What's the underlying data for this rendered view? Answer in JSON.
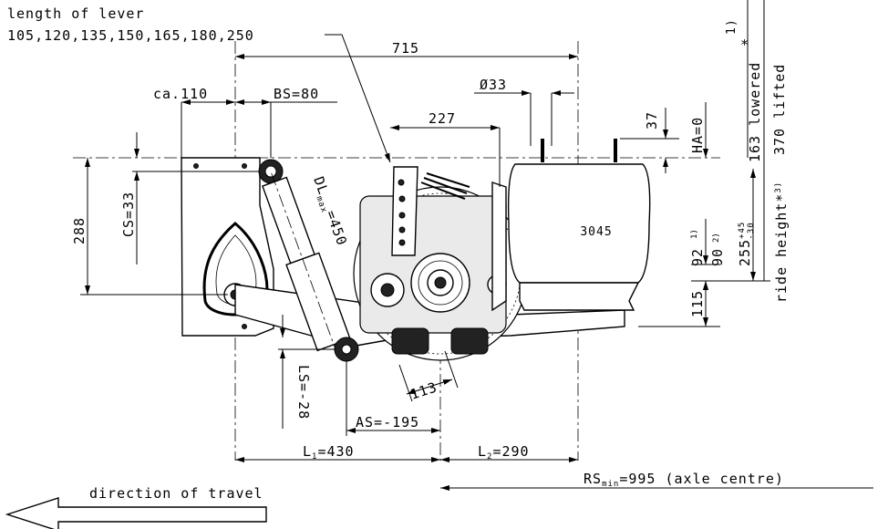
{
  "labels": {
    "lever_title": "length of lever",
    "lever_lengths": "105,120,135,150,165,180,250",
    "dim_715": "715",
    "dim_ca110": "ca.110",
    "dim_bs": "BS=80",
    "dim_phi33": "Ø33",
    "dim_227": "227",
    "dim_37": "37",
    "dim_ha": "HA=0",
    "lowered": "163 lowered",
    "lifted": "370 lifted",
    "note_star": "*",
    "note_1": "1)",
    "dim_288": "288",
    "dim_cs": "CS=33",
    "dl_main": "DL",
    "dl_sub": "max",
    "dl_val": "=450",
    "airbag": "3045",
    "dim_92": "92",
    "dim_90": "90",
    "note_1b": "1)",
    "note_2b": "2)",
    "ride_main": "255",
    "ride_plus": "+45",
    "ride_minus": "-30",
    "ride_height": "ride height*",
    "note_3": "3)",
    "dim_115": "115",
    "dim_ls": "LS=-28",
    "dim_113": "113",
    "dim_as": "AS=-195",
    "l1_main": "L",
    "l1_sub": "1",
    "l1_val": "=430",
    "l2_main": "L",
    "l2_sub": "2",
    "l2_val": "=290",
    "rs_main": "RS",
    "rs_sub": "min",
    "rs_val": "=995 (axle centre)",
    "direction": "direction of travel"
  }
}
